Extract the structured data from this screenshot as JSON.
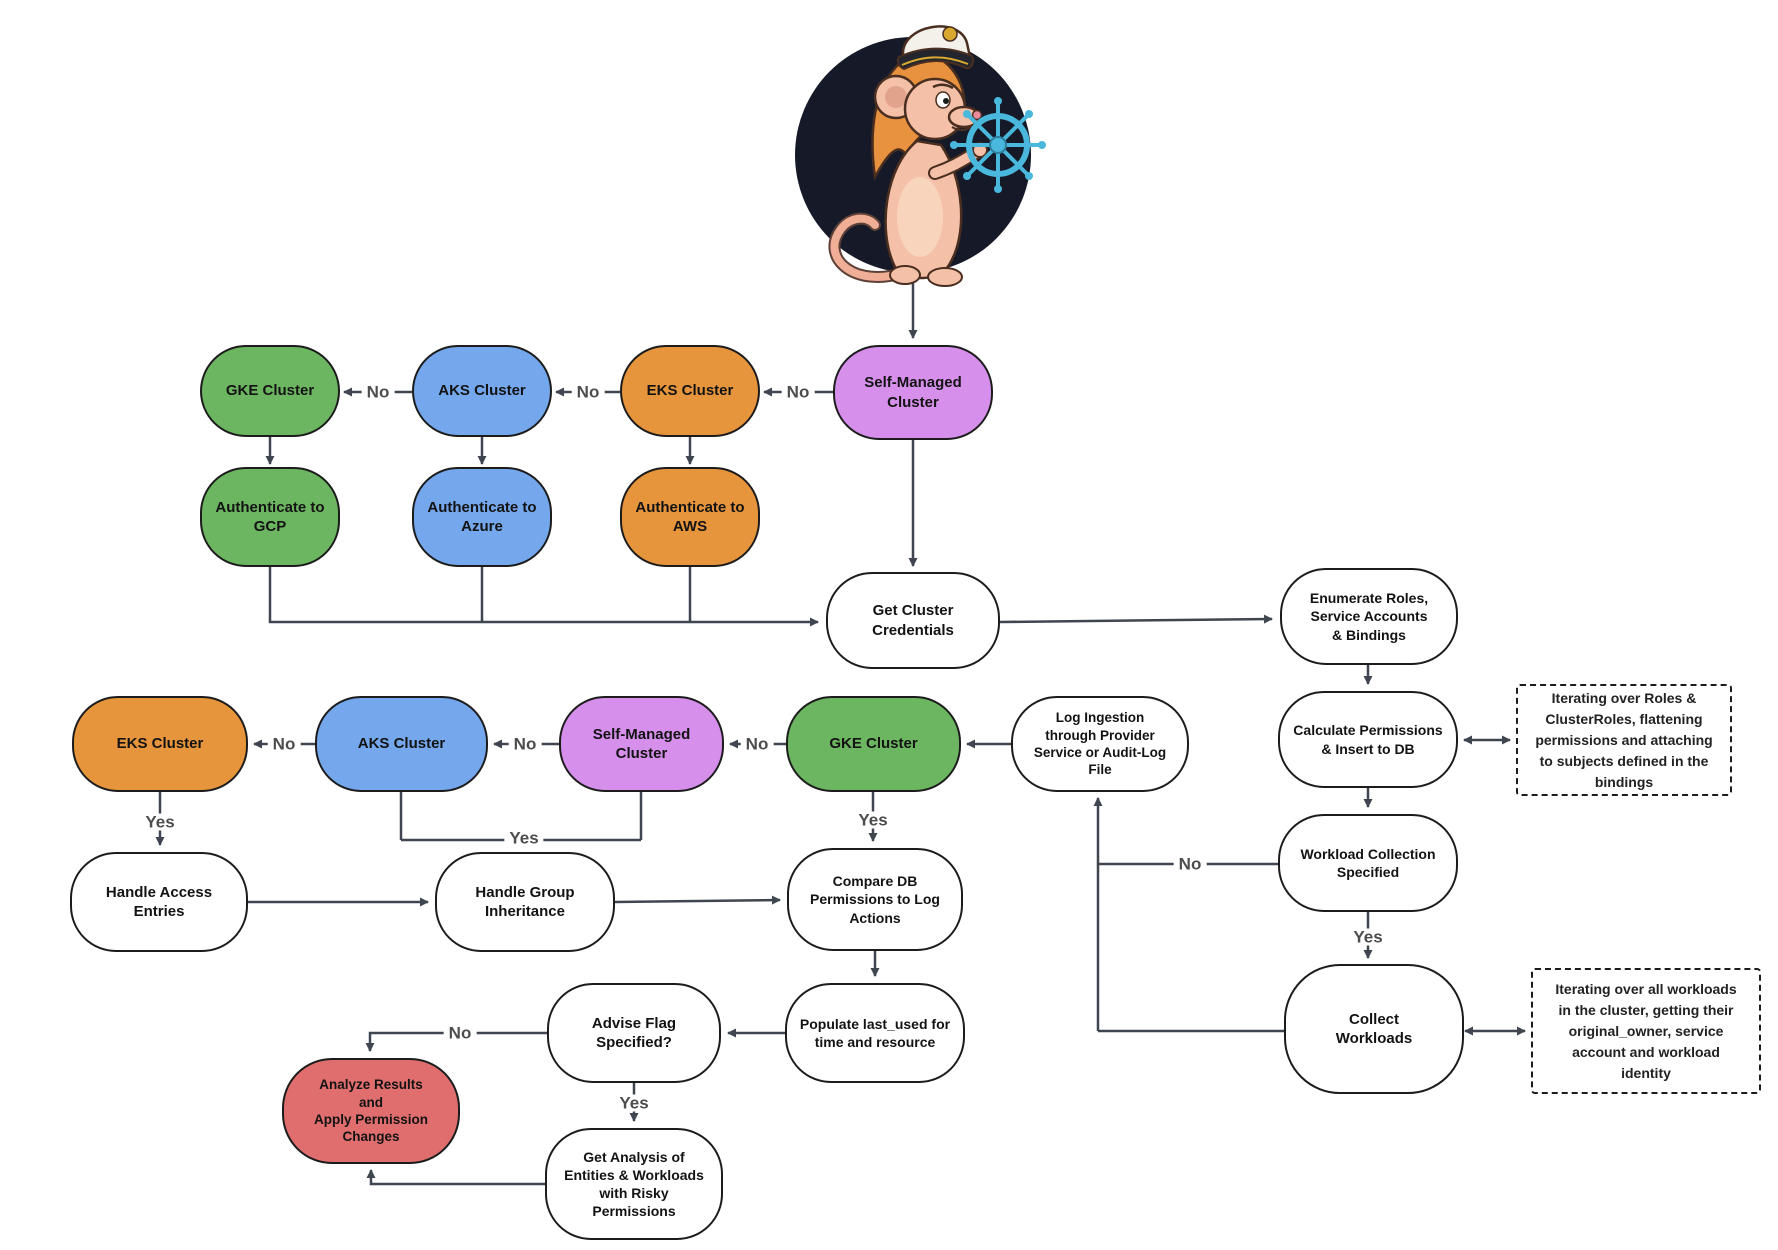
{
  "mascot_icon": "captain-rat-holding-ships-wheel",
  "colors": {
    "green": "#6db661",
    "blue": "#74a7ec",
    "orange": "#e7953d",
    "purple": "#d690ec",
    "red": "#e06e6e",
    "line": "#3f4650"
  },
  "edge_labels": {
    "no": "No",
    "yes": "Yes"
  },
  "nodes": {
    "gke1": {
      "label": "GKE Cluster"
    },
    "aks1": {
      "label": "AKS Cluster"
    },
    "eks1": {
      "label": "EKS Cluster"
    },
    "sm1": {
      "label": "Self-Managed\nCluster"
    },
    "gcp": {
      "label": "Authenticate to\nGCP"
    },
    "azure": {
      "label": "Authenticate to\nAzure"
    },
    "aws": {
      "label": "Authenticate to\nAWS"
    },
    "gcc": {
      "label": "Get Cluster\nCredentials"
    },
    "enum": {
      "label": "Enumerate Roles,\nService Accounts\n& Bindings"
    },
    "calc": {
      "label": "Calculate Permissions\n& Insert to DB"
    },
    "wcs": {
      "label": "Workload Collection\nSpecified"
    },
    "collect": {
      "label": "Collect\nWorkloads"
    },
    "log": {
      "label": "Log Ingestion\nthrough Provider\nService or Audit-Log\nFile"
    },
    "gke2": {
      "label": "GKE Cluster"
    },
    "sm2": {
      "label": "Self-Managed\nCluster"
    },
    "aks2": {
      "label": "AKS Cluster"
    },
    "eks2": {
      "label": "EKS Cluster"
    },
    "hae": {
      "label": "Handle Access\nEntries"
    },
    "hgi": {
      "label": "Handle Group\nInheritance"
    },
    "cmp": {
      "label": "Compare DB\nPermissions to Log\nActions"
    },
    "pop": {
      "label": "Populate last_used for\ntime and resource"
    },
    "adv": {
      "label": "Advise Flag\nSpecified?"
    },
    "analyze": {
      "label": "Analyze Results\nand\nApply Permission\nChanges"
    },
    "getan": {
      "label": "Get Analysis of\nEntities & Workloads\nwith Risky\nPermissions"
    }
  },
  "notes": {
    "roles_note": "Iterating over Roles &\nClusterRoles, flattening\npermissions and attaching\nto subjects defined in the\nbindings",
    "workloads_note": "Iterating over all workloads\nin the cluster, getting their\noriginal_owner, service\naccount and workload\nidentity"
  }
}
